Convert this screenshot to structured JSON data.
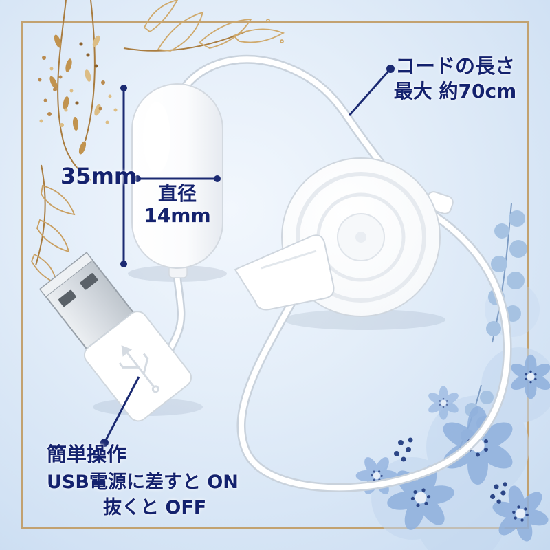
{
  "annotations": {
    "cord_length": {
      "line1": "コードの長さ",
      "line2": "最大 約70cm"
    },
    "body_length": {
      "label": "35mm"
    },
    "diameter": {
      "line1": "直径",
      "line2": "14mm"
    },
    "operation": {
      "line1": "簡単操作",
      "line2": "USB電源に差すと ON",
      "line3": "抜くと OFF"
    }
  },
  "colors": {
    "annotation_navy": "#14226e",
    "frame_gold": "#c09a62",
    "branch_gold": "#b5894e",
    "floral_blue": "#8fb0dd",
    "background_blue": "#d9e7f6",
    "product_white": "#ffffff"
  }
}
